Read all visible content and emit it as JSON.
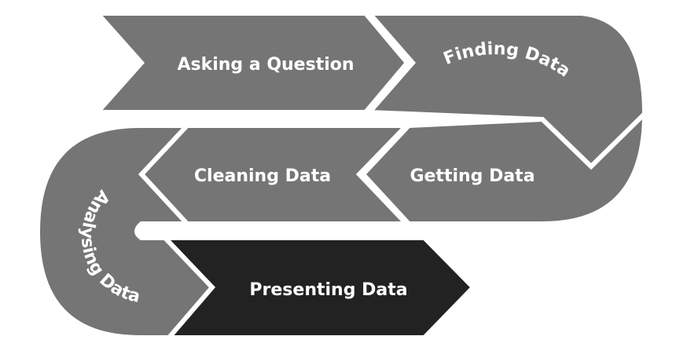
{
  "diagram": {
    "stages": [
      {
        "id": "asking",
        "label": "Asking a Question"
      },
      {
        "id": "finding",
        "label": "Finding Data"
      },
      {
        "id": "getting",
        "label": "Getting Data"
      },
      {
        "id": "cleaning",
        "label": "Cleaning Data"
      },
      {
        "id": "analysing",
        "label": "Analysing Data"
      },
      {
        "id": "presenting",
        "label": "Presenting Data"
      }
    ],
    "colors": {
      "stage_fill": "#757575",
      "highlight_fill": "#222222",
      "separator": "#ffffff",
      "label": "#ffffff"
    }
  }
}
